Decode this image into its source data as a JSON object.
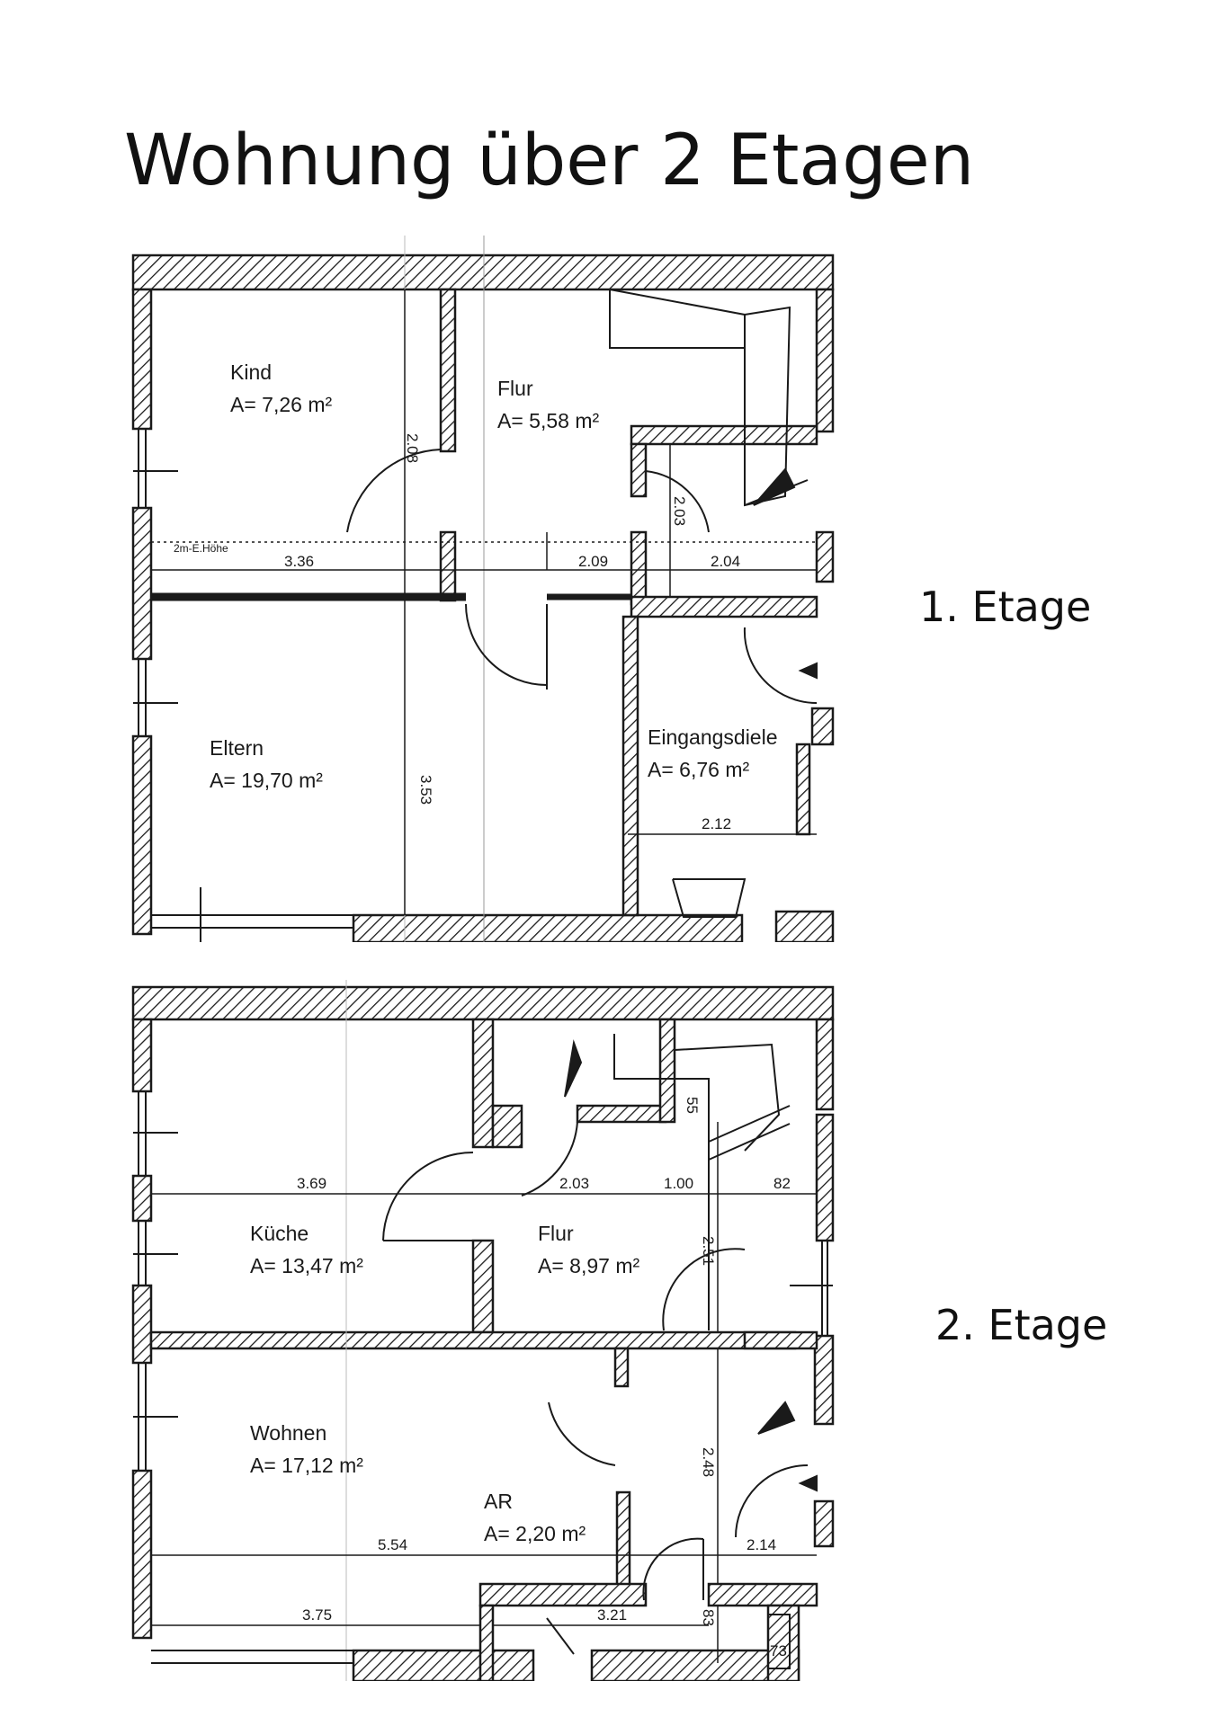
{
  "title": "Wohnung über 2 Etagen",
  "floor1": {
    "label": "1. Etage",
    "rooms": [
      {
        "name": "Kind",
        "area": "A= 7,26 m²"
      },
      {
        "name": "Flur",
        "area": "A= 5,58 m²"
      },
      {
        "name": "Eltern",
        "area": "A= 19,70 m²"
      },
      {
        "name": "Eingangsdiele",
        "area": "A= 6,76 m²"
      }
    ],
    "dims": [
      "3.36",
      "2.09",
      "2.04",
      "2.12",
      "3.53",
      "2.08",
      "2.03",
      "2m-E.Höhe"
    ]
  },
  "floor2": {
    "label": "2. Etage",
    "rooms": [
      {
        "name": "Küche",
        "area": "A= 13,47 m²"
      },
      {
        "name": "Flur",
        "area": "A= 8,97 m²"
      },
      {
        "name": "Wohnen",
        "area": "A= 17,12 m²"
      },
      {
        "name": "AR",
        "area": "A= 2,20 m²"
      }
    ],
    "dims": [
      "3.69",
      "2.03",
      "1.00",
      "82",
      "55",
      "2.51",
      "2.48",
      "5.54",
      "2.14",
      "3.75",
      "3.21",
      "83",
      "73"
    ]
  },
  "colors": {
    "ink": "#1a1a1a",
    "paper": "#ffffff"
  }
}
